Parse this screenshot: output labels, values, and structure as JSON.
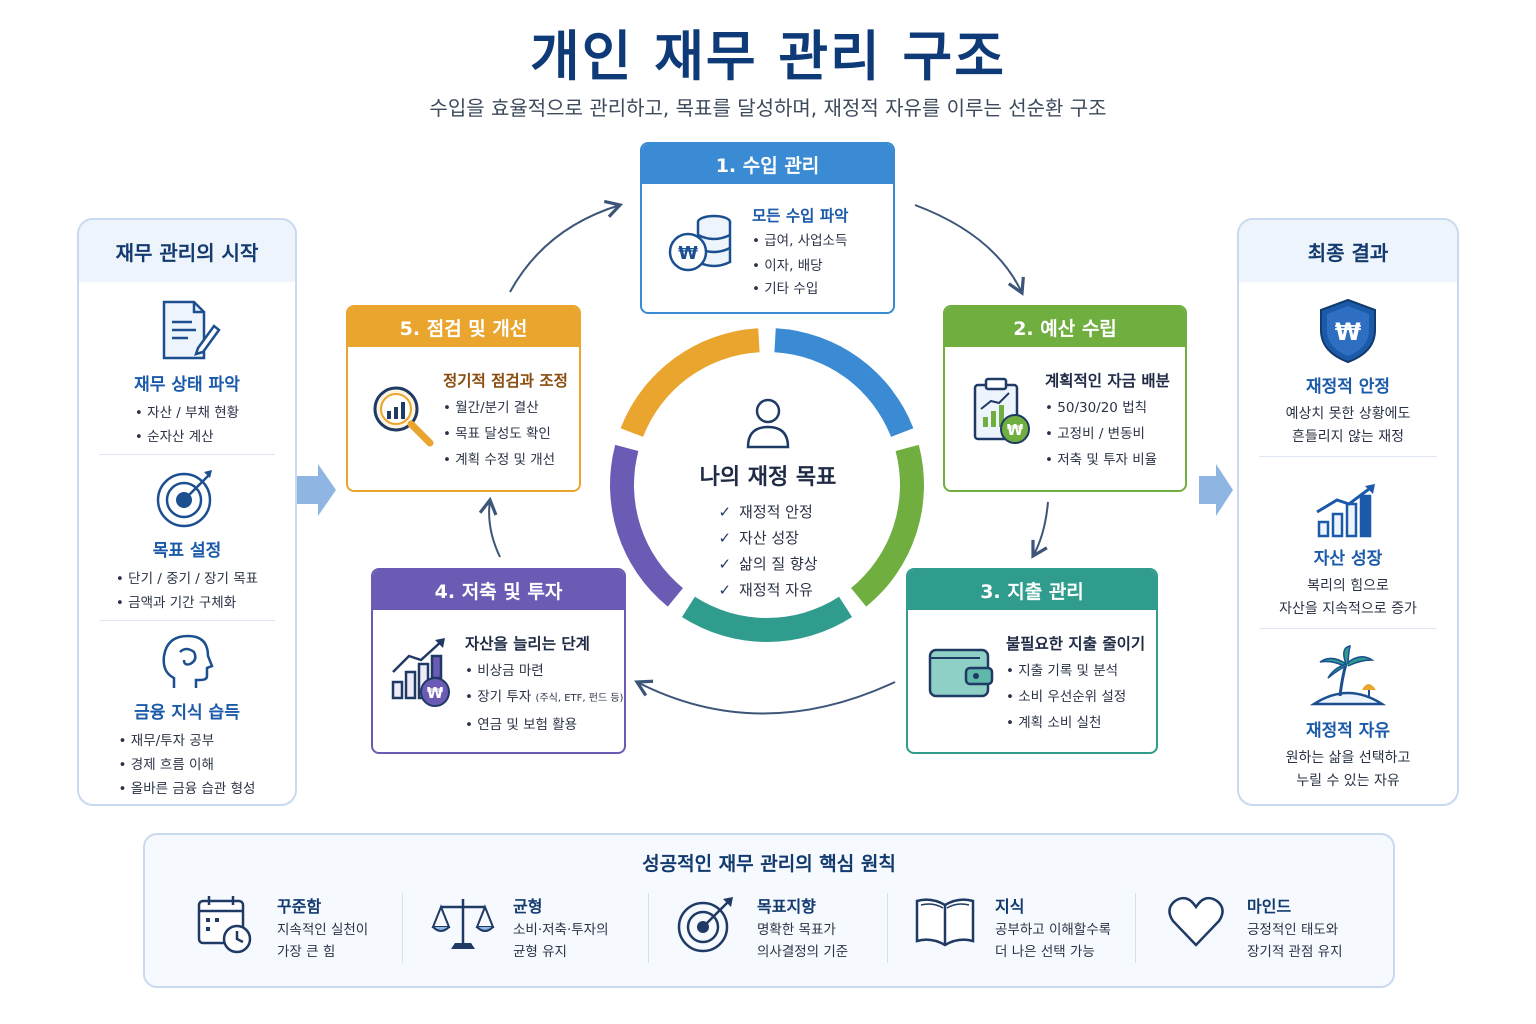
{
  "title": "개인 재무 관리 구조",
  "subtitle": "수입을 효율적으로 관리하고, 목표를 달성하며, 재정적 자유를 이루는 선순환 구조",
  "left_panel": {
    "heading": "재무 관리의 시작",
    "sections": [
      {
        "icon": "document-pen-icon",
        "title": "재무 상태 파악",
        "items": [
          "자산 / 부채 현황",
          "순자산 계산"
        ]
      },
      {
        "icon": "target-icon",
        "title": "목표 설정",
        "items": [
          "단기 / 중기 / 장기 목표",
          "금액과 기간 구체화"
        ]
      },
      {
        "icon": "head-brain-icon",
        "title": "금융 지식 습득",
        "items": [
          "재무/투자 공부",
          "경제 흐름 이해",
          "올바른 금융 습관 형성"
        ]
      }
    ]
  },
  "right_panel": {
    "heading": "최종 결과",
    "sections": [
      {
        "icon": "shield-won-icon",
        "title": "재정적 안정",
        "lines": [
          "예상치 못한 상황에도",
          "흔들리지 않는 재정"
        ]
      },
      {
        "icon": "growth-chart-icon",
        "title": "자산 성장",
        "lines": [
          "복리의 힘으로",
          "자산을 지속적으로 증가"
        ]
      },
      {
        "icon": "palm-island-icon",
        "title": "재정적 자유",
        "lines": [
          "원하는 삶을 선택하고",
          "누릴 수 있는 자유"
        ]
      }
    ]
  },
  "steps": [
    {
      "header": "1. 수입 관리",
      "color": "#3b8bd4",
      "icon": "coins-icon",
      "subtitle": "모든 수입 파악",
      "items": [
        "급여, 사업소득",
        "이자, 배당",
        "기타 수입"
      ]
    },
    {
      "header": "2. 예산 수립",
      "color": "#6fae3f",
      "icon": "clipboard-chart-icon",
      "subtitle": "계획적인 자금 배분",
      "items": [
        "50/30/20 법칙",
        "고정비 / 변동비",
        "저축 및 투자 비율"
      ]
    },
    {
      "header": "3. 지출 관리",
      "color": "#2f9c8e",
      "icon": "wallet-icon",
      "subtitle": "불필요한 지출 줄이기",
      "items": [
        "지출 기록 및 분석",
        "소비 우선순위 설정",
        "계획 소비 실천"
      ]
    },
    {
      "header": "4. 저축 및 투자",
      "color": "#6b5bb5",
      "icon": "bar-growth-icon",
      "subtitle": "자산을 늘리는 단계",
      "items": [
        "비상금 마련",
        "장기 투자",
        "연금 및 보험 활용"
      ],
      "item_note": "(주식, ETF, 펀드 등)"
    },
    {
      "header": "5. 점검 및 개선",
      "color": "#e9a52e",
      "icon": "magnifier-chart-icon",
      "subtitle": "정기적 점검과 조정",
      "items": [
        "월간/분기 결산",
        "목표 달성도 확인",
        "계획 수정 및 개선"
      ]
    }
  ],
  "center": {
    "icon": "person-icon",
    "title": "나의 재정 목표",
    "items": [
      "재정적 안정",
      "자산 성장",
      "삶의 질 향상",
      "재정적 자유"
    ]
  },
  "principles": {
    "heading": "성공적인 재무 관리의 핵심 원칙",
    "items": [
      {
        "icon": "calendar-clock-icon",
        "title": "꾸준함",
        "lines": [
          "지속적인 실천이",
          "가장 큰 힘"
        ]
      },
      {
        "icon": "balance-scale-icon",
        "title": "균형",
        "lines": [
          "소비·저축·투자의",
          "균형 유지"
        ]
      },
      {
        "icon": "target-arrow-icon",
        "title": "목표지향",
        "lines": [
          "명확한 목표가",
          "의사결정의 기준"
        ]
      },
      {
        "icon": "open-book-icon",
        "title": "지식",
        "lines": [
          "공부하고 이해할수록",
          "더 나은 선택 가능"
        ]
      },
      {
        "icon": "heart-icon",
        "title": "마인드",
        "lines": [
          "긍정적인 태도와",
          "장기적 관점 유지"
        ]
      }
    ]
  },
  "colors": {
    "title": "#0f3a78",
    "accent_blue": "#1b5aa8",
    "ring": [
      "#3b8bd4",
      "#6fae3f",
      "#2f9c8e",
      "#6b5bb5",
      "#e9a52e"
    ]
  }
}
